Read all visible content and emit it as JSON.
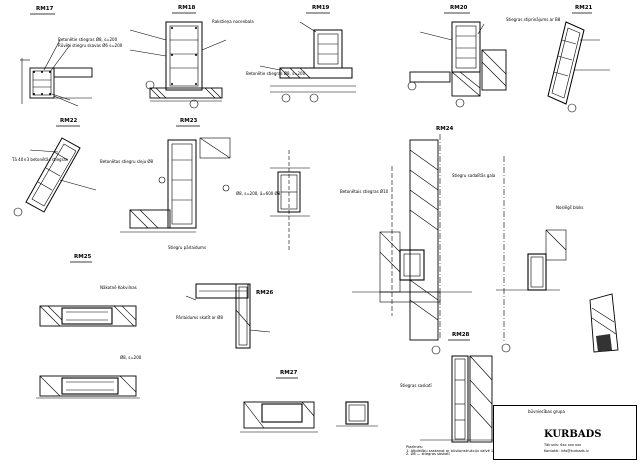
{
  "sheet": {
    "titles": [
      "RM17",
      "RM18",
      "RM19",
      "RM20",
      "RM21",
      "RM22",
      "RM23",
      "RM24",
      "RM25",
      "RM26",
      "RM27"
    ],
    "notes": [
      "Betonētie stiegras Ø8, s=200",
      "Rūvēti stiegru skavas Ø6 s=200",
      "Rakstieņa nocenbala",
      "Betonētie stiegras Ø8, s=200",
      "Stiegras stiprinājums ar B8",
      "Tā 40×3 betonētās stiegras",
      "Betonētas stiegru sleju Ø8",
      "Stiegru pārlaidums",
      "Betonētais stiegras Ø10",
      "Ø8, s=200, ā=600 Ø8",
      "Stiegru sadalītās gala",
      "Nākotnē Kokvilnas",
      "Ø8, s=200",
      "Pārlaidums skatīt ar Ø8",
      "Noslēgš bloks",
      "Stiegras saskatī"
    ],
    "company": {
      "tagline": "būvniecības grupa",
      "name": "KURBADS",
      "address": "Tālrunis: 6xx xxx xxx",
      "contact": "Kontakti: info@kurbads.lv"
    },
    "footer_note": "Piezīmes:\n1. Atbilstību saskaņot ar būvkonstrukciju dzīvē 1.\n2. Ø8 — stiegras saskatī"
  }
}
